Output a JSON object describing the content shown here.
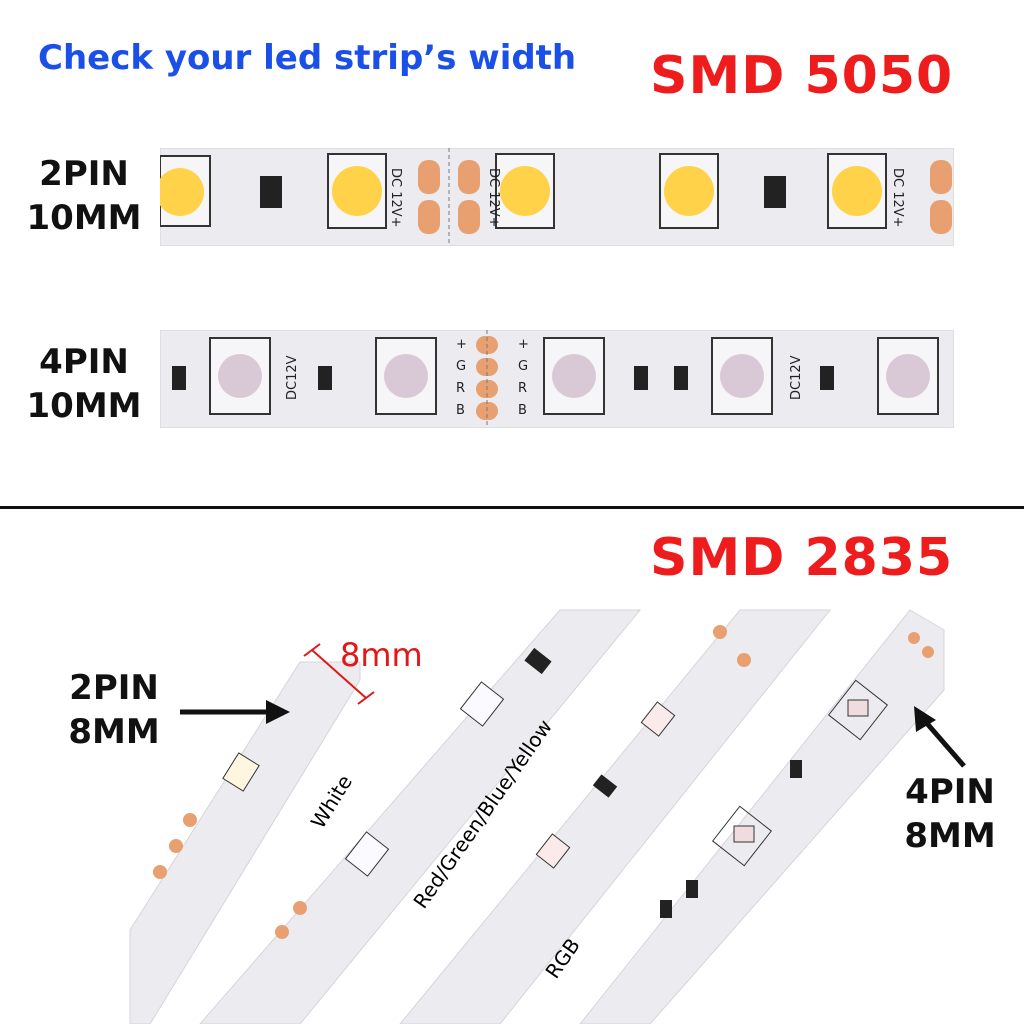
{
  "header": {
    "instruction": "Check your led strip’s width",
    "smd5050_title": "SMD 5050",
    "smd2835_title": "SMD 2835"
  },
  "smd5050": {
    "pin2": {
      "pins": "2PIN",
      "width": "10MM"
    },
    "pin4": {
      "pins": "4PIN",
      "width": "10MM"
    },
    "labels": {
      "dc": "DC 12V+",
      "dc4": "DC12V",
      "plus": "+",
      "g": "G",
      "r": "R",
      "b": "B"
    }
  },
  "smd2835": {
    "pin2": {
      "pins": "2PIN",
      "width": "8MM"
    },
    "pin4": {
      "pins": "4PIN",
      "width": "8MM"
    },
    "measure": "8mm",
    "strip_labels": {
      "white": "White",
      "multi": "Red/Green/Blue/Yellow",
      "rgb": "RGB"
    }
  },
  "colors": {
    "title_blue": "#1a4fe8",
    "title_red": "#ee1c1c",
    "strip_white": "#ececf0",
    "warm_led": "#ffd24a",
    "copper_pad": "#e8a070"
  }
}
